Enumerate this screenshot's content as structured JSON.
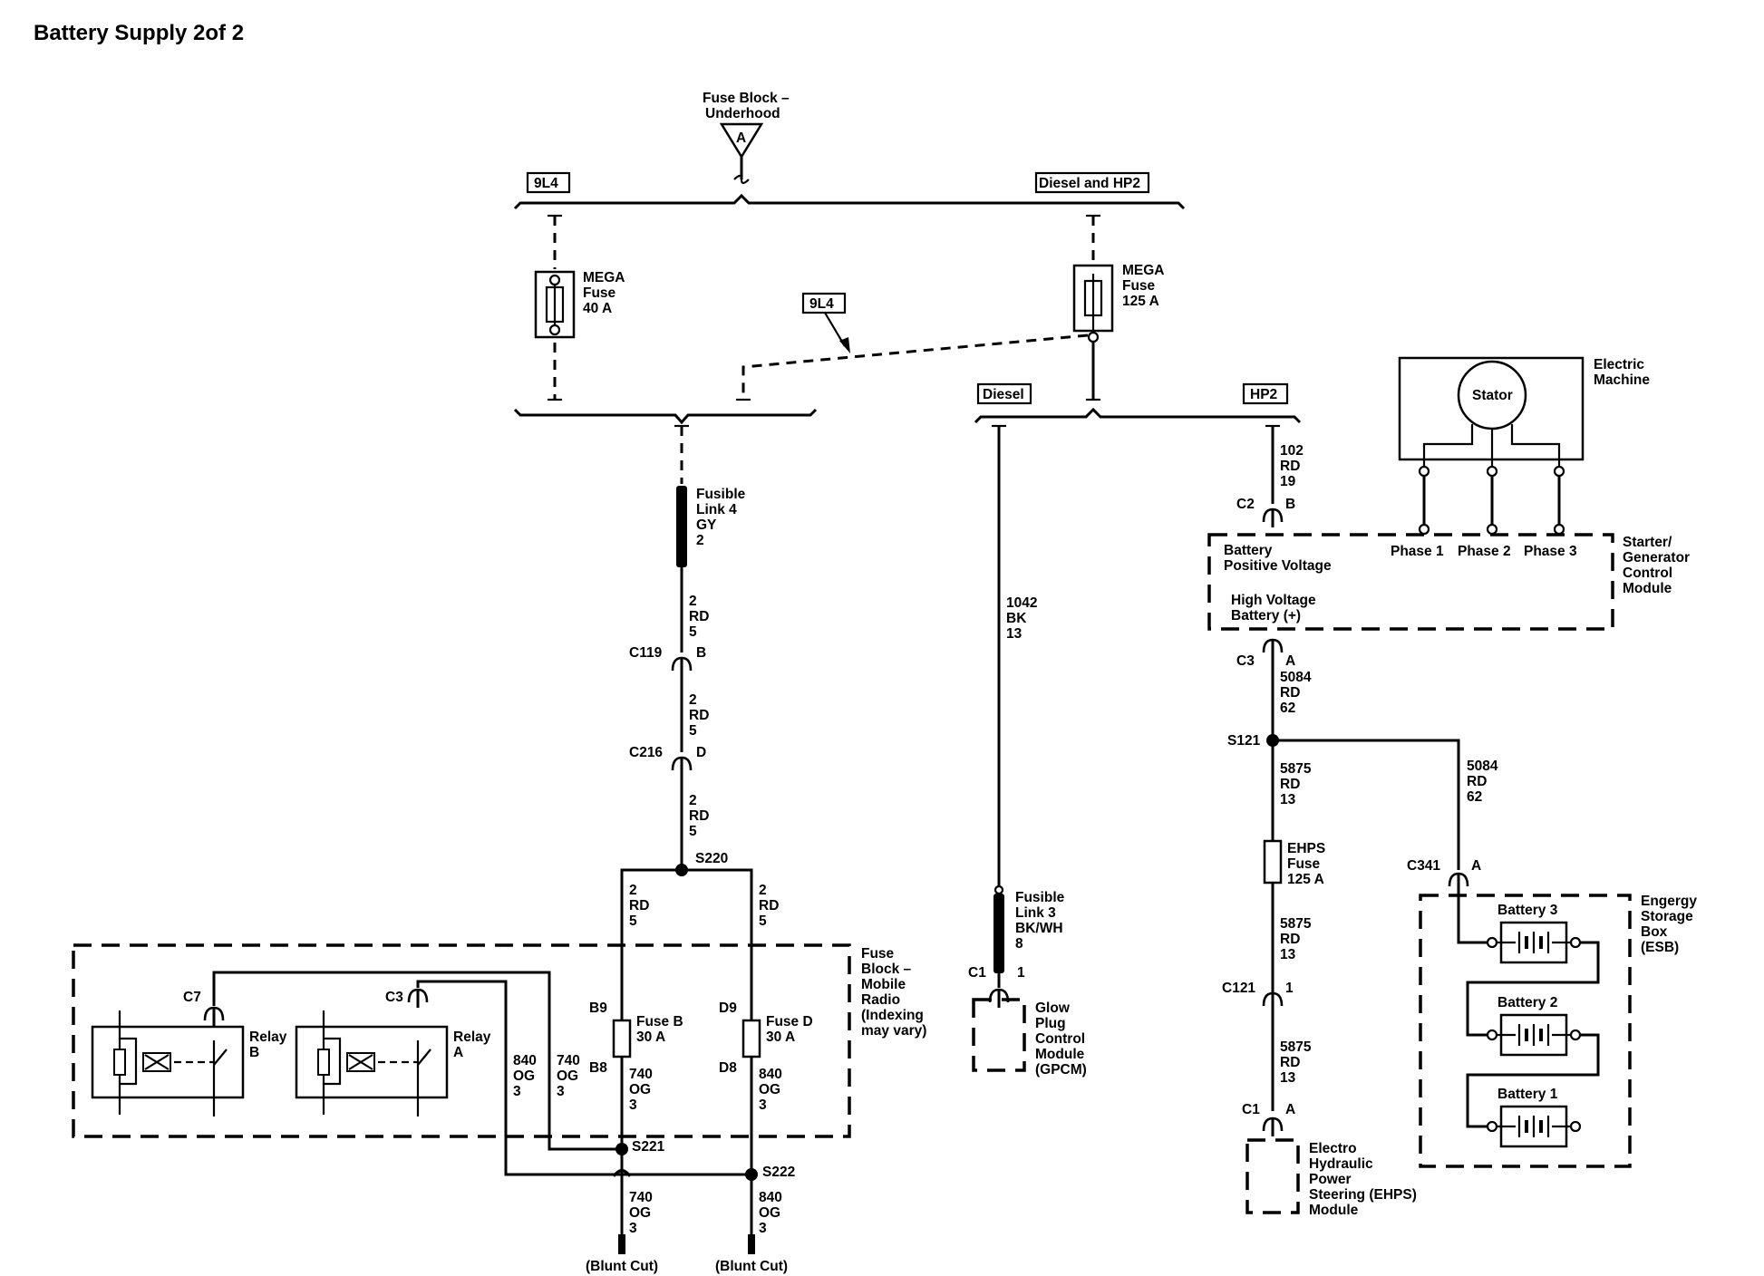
{
  "title": "Battery Supply 2of 2",
  "fuse_block_underhood": {
    "label": [
      "Fuse Block –",
      "Underhood"
    ],
    "marker": "A"
  },
  "options": {
    "left": "9L4",
    "right": "Diesel and HP2",
    "dashed": "9L4",
    "diesel": "Diesel",
    "hp2": "HP2"
  },
  "mega_fuse_40": [
    "MEGA",
    "Fuse",
    "40 A"
  ],
  "mega_fuse_125": [
    "MEGA",
    "Fuse",
    "125 A"
  ],
  "fusible_link_4": [
    "Fusible",
    "Link 4",
    "GY",
    "2"
  ],
  "wire_2_rd_5": [
    "2",
    "RD",
    "5"
  ],
  "c119": {
    "name": "C119",
    "pin": "B"
  },
  "c216": {
    "name": "C216",
    "pin": "D"
  },
  "s220": "S220",
  "fuse_block_radio": [
    "Fuse",
    "Block –",
    "Mobile",
    "Radio",
    "(Indexing",
    "may vary)"
  ],
  "fuse_b": {
    "top_pin": "B9",
    "bottom_pin": "B8",
    "label": [
      "Fuse B",
      "30 A"
    ]
  },
  "fuse_d": {
    "top_pin": "D9",
    "bottom_pin": "D8",
    "label": [
      "Fuse D",
      "30 A"
    ]
  },
  "relay_b": {
    "connector": "C7",
    "label": [
      "Relay",
      "B"
    ]
  },
  "relay_a": {
    "connector": "C3",
    "label": [
      "Relay",
      "A"
    ]
  },
  "wire_840_og_3": [
    "840",
    "OG",
    "3"
  ],
  "wire_740_og_3": [
    "740",
    "OG",
    "3"
  ],
  "s221": "S221",
  "s222": "S222",
  "blunt_cut": "(Blunt Cut)",
  "wire_1042": [
    "1042",
    "BK",
    "13"
  ],
  "fusible_link_3": [
    "Fusible",
    "Link 3",
    "BK/WH",
    "8"
  ],
  "c1_gpcm": {
    "name": "C1",
    "pin": "1"
  },
  "gpcm": [
    "Glow",
    "Plug",
    "Control",
    "Module",
    "(GPCM)"
  ],
  "wire_102": [
    "102",
    "RD",
    "19"
  ],
  "c2": {
    "name": "C2",
    "pin": "B"
  },
  "sgcm": {
    "label": [
      "Starter/",
      "Generator",
      "Control",
      "Module"
    ],
    "battery_pos": [
      "Battery",
      "Positive Voltage"
    ],
    "hv_battery": [
      "High Voltage",
      "Battery (+)"
    ],
    "phases": [
      "Phase 1",
      "Phase 2",
      "Phase 3"
    ]
  },
  "electric_machine": {
    "label": [
      "Electric",
      "Machine"
    ],
    "stator": "Stator"
  },
  "c3": {
    "name": "C3",
    "pin": "A"
  },
  "wire_5084": [
    "5084",
    "RD",
    "62"
  ],
  "s121": "S121",
  "wire_5875": [
    "5875",
    "RD",
    "13"
  ],
  "ehps_fuse": [
    "EHPS",
    "Fuse",
    "125 A"
  ],
  "c121": {
    "name": "C121",
    "pin": "1"
  },
  "c1_ehps": {
    "name": "C1",
    "pin": "A"
  },
  "ehps_module": [
    "Electro",
    "Hydraulic",
    "Power",
    "Steering (EHPS)",
    "Module"
  ],
  "c341": {
    "name": "C341",
    "pin": "A"
  },
  "esb": {
    "label": [
      "Engergy",
      "Storage",
      "Box",
      "(ESB)"
    ],
    "batteries": [
      "Battery 3",
      "Battery 2",
      "Battery 1"
    ]
  }
}
